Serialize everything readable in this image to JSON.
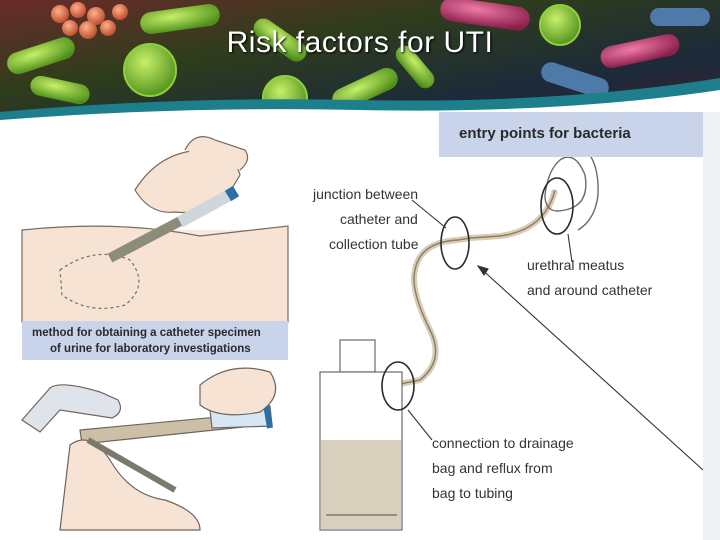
{
  "slide": {
    "title": "Risk factors for UTI"
  },
  "callouts": {
    "entry_points": "entry points for bacteria",
    "method_line1": "method for obtaining a catheter specimen",
    "method_line2": "of urine for laboratory investigations"
  },
  "labels": {
    "junction_line1": "junction between",
    "junction_line2": "catheter and",
    "junction_line3": "collection tube",
    "meatus_line1": "urethral meatus",
    "meatus_line2": "and around catheter",
    "drainage_line1": "connection to drainage",
    "drainage_line2": "bag and reflux from",
    "drainage_line3": "bag to tubing"
  },
  "colors": {
    "banner_teal": "#1d7f8c",
    "callout_fill": "#c9d3ea",
    "urine_fill": "#d8cfbd",
    "clamp_blue": "#2a6fa6"
  }
}
